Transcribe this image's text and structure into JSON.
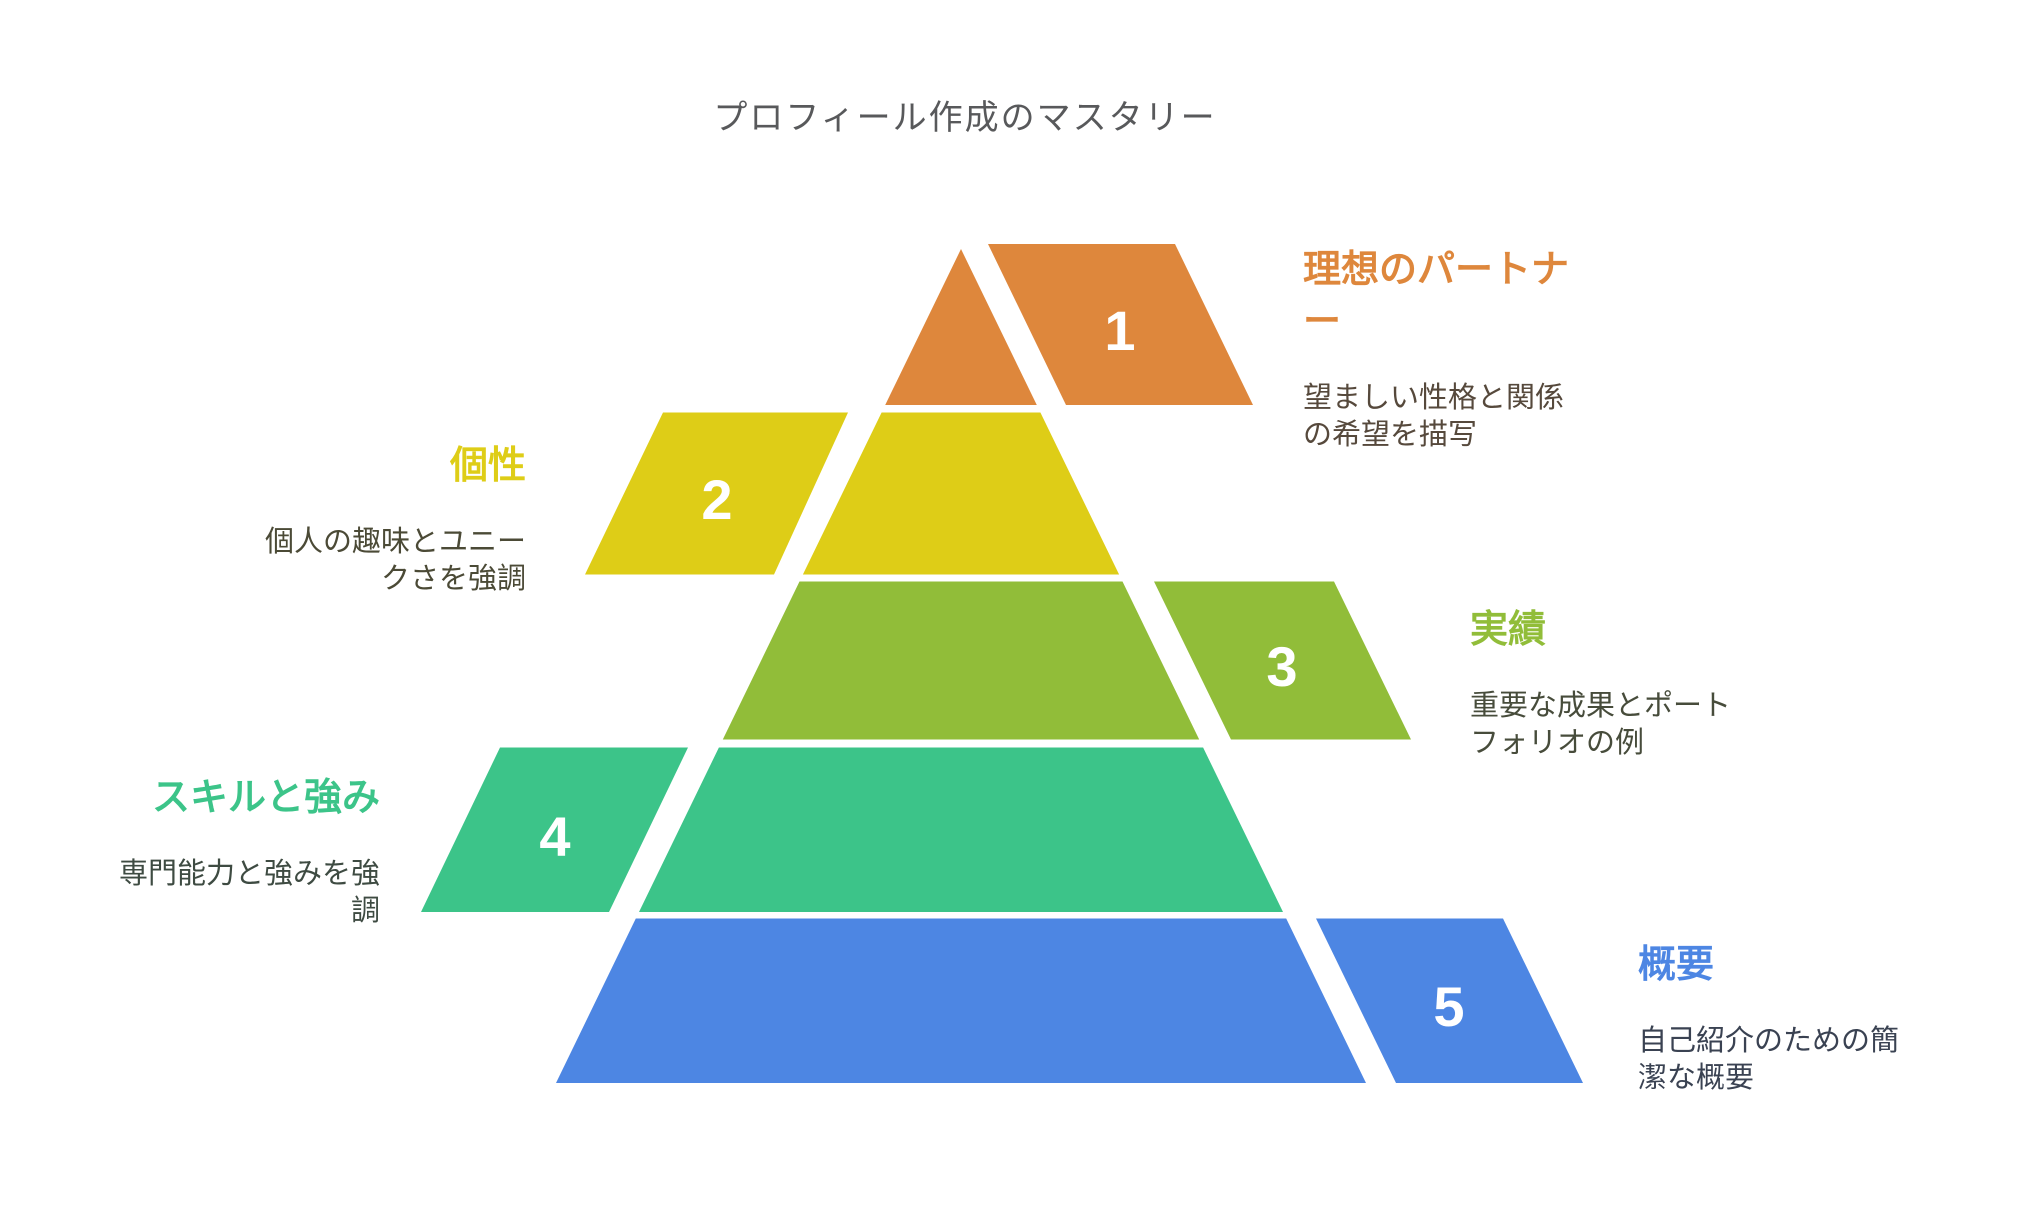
{
  "title": "プロフィール作成のマスタリー",
  "colors": {
    "background": "#ffffff",
    "title_text": "#58595b",
    "number_text": "#ffffff"
  },
  "chart_type": "pyramid-5-levels",
  "sections": [
    {
      "number": "1",
      "side": "right",
      "color": "#de873c",
      "label": "理想のパートナ\nー",
      "description": "望ましい性格と関係\nの希望を描写",
      "description_color": "#56493c"
    },
    {
      "number": "2",
      "side": "left",
      "color": "#decd17",
      "label": "個性",
      "description": "個人の趣味とユニー\nクさを強調",
      "description_color": "#4b4a36"
    },
    {
      "number": "3",
      "side": "right",
      "color": "#91bd39",
      "label": "実績",
      "description": "重要な成果とポート\nフォリオの例",
      "description_color": "#474c3b"
    },
    {
      "number": "4",
      "side": "left",
      "color": "#3cc489",
      "label": "スキルと強み",
      "description": "専門能力と強みを強\n調",
      "description_color": "#3e4b42"
    },
    {
      "number": "5",
      "side": "right",
      "color": "#4d86e3",
      "label": "概要",
      "description": "自己紹介のための簡\n潔な概要",
      "description_color": "#3a4252"
    }
  ]
}
